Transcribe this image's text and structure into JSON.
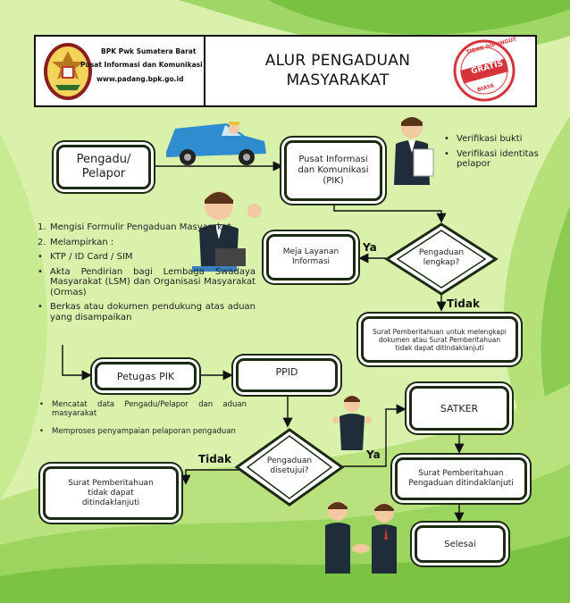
{
  "header": {
    "org_name": "BPK Pwk Sumatera Barat",
    "org_unit": "Pusat Informasi dan Komunikasi",
    "org_web": "www.padang.bpk.go.id",
    "title_line1": "ALUR PENGADUAN",
    "title_line2": "MASYARAKAT",
    "stamp_top": "TIDAK DIPUNGUT",
    "stamp_mid": "GRATIS",
    "stamp_bottom": "BIAYA"
  },
  "nodes": {
    "pengadu_line1": "Pengadu/",
    "pengadu_line2": "Pelapor",
    "pik_line1": "Pusat Informasi",
    "pik_line2": "dan Komunikasi",
    "pik_line3": "(PIK)",
    "meja_line1": "Meja Layanan",
    "meja_line2": "Informasi",
    "surat1_line1": "Surat Pemberitahuan untuk melengkapi",
    "surat1_line2": "dokumen atau Surat Pemberitahuan",
    "surat1_line3": "tidak dapat ditindaklanjuti",
    "petugas": "Petugas PIK",
    "ppid": "PPID",
    "satker": "SATKER",
    "surat_tidak_line1": "Surat Pemberitahuan",
    "surat_tidak_line2": "tidak dapat",
    "surat_tidak_line3": "ditindaklanjuti",
    "surat_ok_line1": "Surat Pemberitahuan",
    "surat_ok_line2": "Pengaduan ditindaklanjuti",
    "selesai": "Selesai"
  },
  "decisions": {
    "lengkap_line1": "Pengaduan",
    "lengkap_line2": "lengkap?",
    "disetujui_line1": "Pengaduan",
    "disetujui_line2": "disetujui?"
  },
  "labels": {
    "ya_top": "Ya",
    "tidak_top": "Tidak",
    "tidak_bottom": "Tidak",
    "ya_bottom": "Ya"
  },
  "verify_list": [
    "Verifikasi bukti",
    "Verifikasi identitas pelapor"
  ],
  "requirements": {
    "item1_marker": "1.",
    "item1": "Mengisi Formulir Pengaduan Masyarakat",
    "item2_marker": "2.",
    "item2": "Melampirkan :",
    "bullets": [
      "KTP / ID Card / SIM",
      "Akta Pendirian bagi Lembaga Swadaya Masyarakat (LSM) dan Organisasi Masyarakat (Ormas)",
      "Berkas atau dokumen pendukung atas aduan yang disampaikan"
    ]
  },
  "petugas_tasks": [
    "Mencatat data Pengadu/Pelapor dan aduan masyarakat",
    "Memproses penyampaian pelaporan pengaduan"
  ],
  "colors": {
    "bg_light": "#d7f0a7",
    "bg_mid": "#a8d96c",
    "bg_dark": "#6fb83b",
    "node_border": "#1c2a14",
    "stamp_red": "#d6343a"
  }
}
